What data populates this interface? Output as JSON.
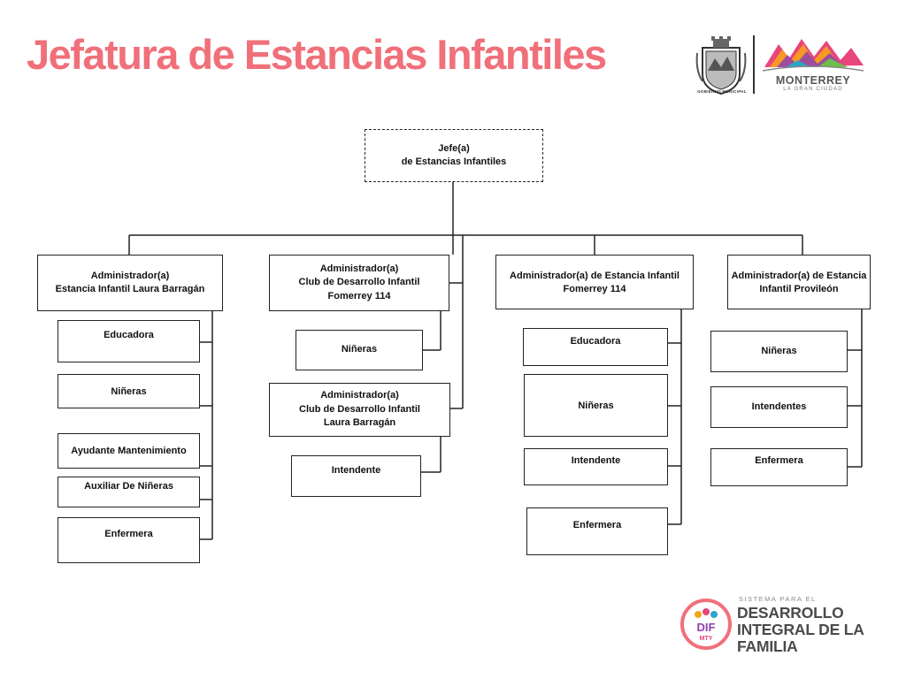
{
  "title": "Jefatura de Estancias Infantiles",
  "logos": {
    "seal_caption": "GOBIERNO MUNICIPAL",
    "city_name": "MONTERREY",
    "city_tagline": "LA GRAN CIUDAD",
    "dif_small": "SISTEMA PARA EL",
    "dif_line1": "DESARROLLO",
    "dif_line2": "INTEGRAL DE LA",
    "dif_line3": "FAMILIA",
    "dif_mark": "DIF",
    "dif_mark_sub": "MTY"
  },
  "colors": {
    "title": "#f0707a",
    "dif_accent": "#f0707a"
  },
  "org": {
    "head": {
      "line1": "Jefe(a)",
      "line2": "de Estancias  Infantiles"
    },
    "col1": {
      "header": {
        "line1": "Administrador(a)",
        "line2": "Estancia Infantil Laura Barragán"
      },
      "items": [
        "Educadora",
        "Niñeras",
        "Ayudante Mantenimiento",
        "Auxiliar De Niñeras",
        "Enfermera"
      ]
    },
    "col2": {
      "header": {
        "line1": "Administrador(a)",
        "line2": "Club de Desarrollo Infantil",
        "line3": "Fomerrey  114"
      },
      "item1": "Niñeras",
      "sub_header": {
        "line1": "Administrador(a)",
        "line2": "Club de Desarrollo Infantil",
        "line3": "Laura Barragán"
      },
      "item2": "Intendente"
    },
    "col3": {
      "header": {
        "line1": "Administrador(a) de Estancia Infantil",
        "line2": "Fomerrey  114"
      },
      "items": [
        "Educadora",
        "Niñeras",
        "Intendente",
        "Enfermera"
      ]
    },
    "col4": {
      "header": {
        "line1": "Administrador(a) de Estancia",
        "line2": "Infantil Provileón"
      },
      "items": [
        "Niñeras",
        "Intendentes",
        "Enfermera"
      ]
    }
  }
}
